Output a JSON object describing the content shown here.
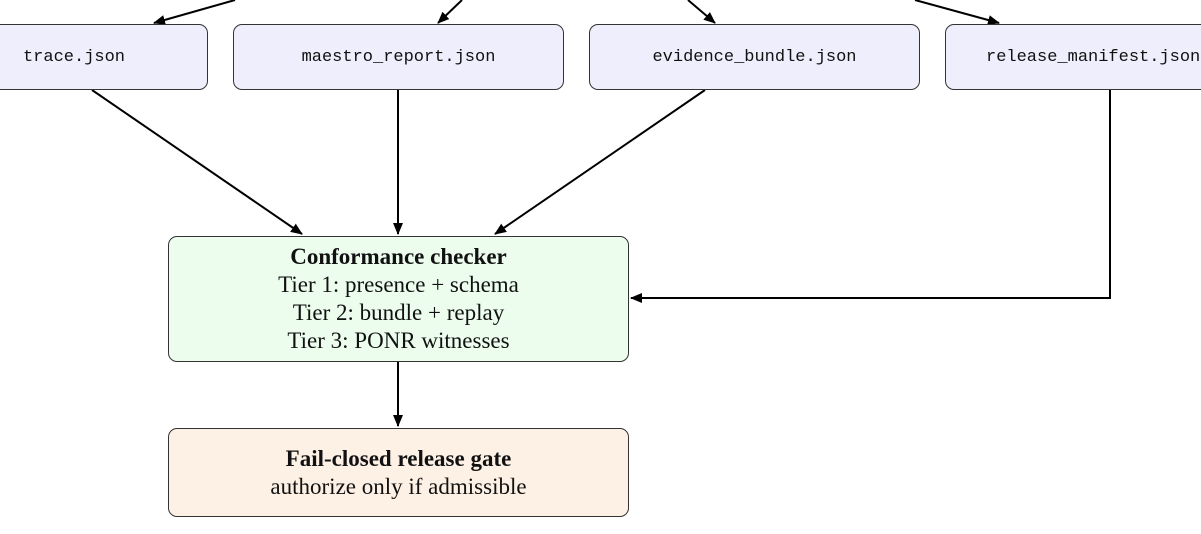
{
  "inputs": [
    {
      "label": "trace.json"
    },
    {
      "label": "maestro_report.json"
    },
    {
      "label": "evidence_bundle.json"
    },
    {
      "label": "release_manifest.json"
    }
  ],
  "checker": {
    "title": "Conformance checker",
    "lines": [
      "Tier 1:  presence + schema",
      "Tier 2:  bundle + replay",
      "Tier 3:  PONR witnesses"
    ]
  },
  "gate": {
    "title": "Fail-closed release gate",
    "subtitle": "authorize only if admissible"
  },
  "colors": {
    "input_fill": "#eeeefc",
    "checker_fill": "#ecfdee",
    "gate_fill": "#fdf1e5",
    "stroke": "#000000"
  }
}
